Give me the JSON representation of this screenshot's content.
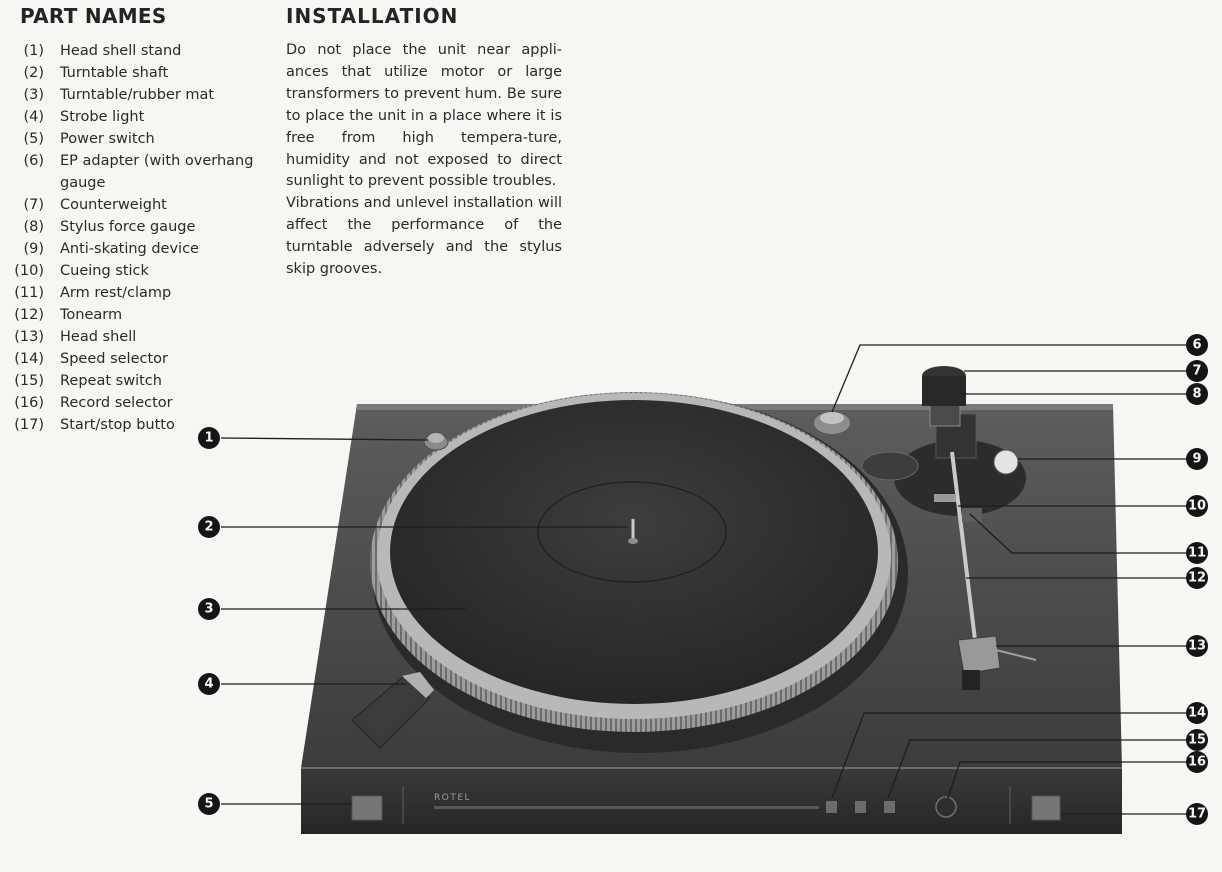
{
  "parts": {
    "heading": "PART NAMES",
    "items": [
      {
        "num": "(1)",
        "name": "Head shell stand"
      },
      {
        "num": "(2)",
        "name": "Turntable shaft"
      },
      {
        "num": "(3)",
        "name": "Turntable/rubber mat"
      },
      {
        "num": "(4)",
        "name": "Strobe light"
      },
      {
        "num": "(5)",
        "name": "Power switch"
      },
      {
        "num": "(6)",
        "name": "EP adapter (with overhang gauge"
      },
      {
        "num": "(7)",
        "name": "Counterweight"
      },
      {
        "num": "(8)",
        "name": "Stylus force gauge"
      },
      {
        "num": "(9)",
        "name": "Anti-skating device"
      },
      {
        "num": "(10)",
        "name": "Cueing stick"
      },
      {
        "num": "(11)",
        "name": "Arm rest/clamp"
      },
      {
        "num": "(12)",
        "name": "Tonearm"
      },
      {
        "num": "(13)",
        "name": "Head shell"
      },
      {
        "num": "(14)",
        "name": "Speed selector"
      },
      {
        "num": "(15)",
        "name": "Repeat switch"
      },
      {
        "num": "(16)",
        "name": "Record selector"
      },
      {
        "num": "(17)",
        "name": "Start/stop butto"
      }
    ]
  },
  "installation": {
    "heading": "INSTALLATION",
    "paragraphs": [
      "Do not place the unit near appli-ances that utilize motor or large transformers to prevent hum. Be sure to place the unit in a place where it is free from high tempera-ture, humidity and not exposed to direct sunlight to prevent possible troubles.",
      "Vibrations and unlevel installation will affect the performance of the turntable adversely and the stylus skip grooves."
    ]
  },
  "figure": {
    "brand": "ROTEL",
    "callouts": [
      "1",
      "2",
      "3",
      "4",
      "5",
      "6",
      "7",
      "8",
      "9",
      "10",
      "11",
      "12",
      "13",
      "14",
      "15",
      "16",
      "17"
    ]
  }
}
